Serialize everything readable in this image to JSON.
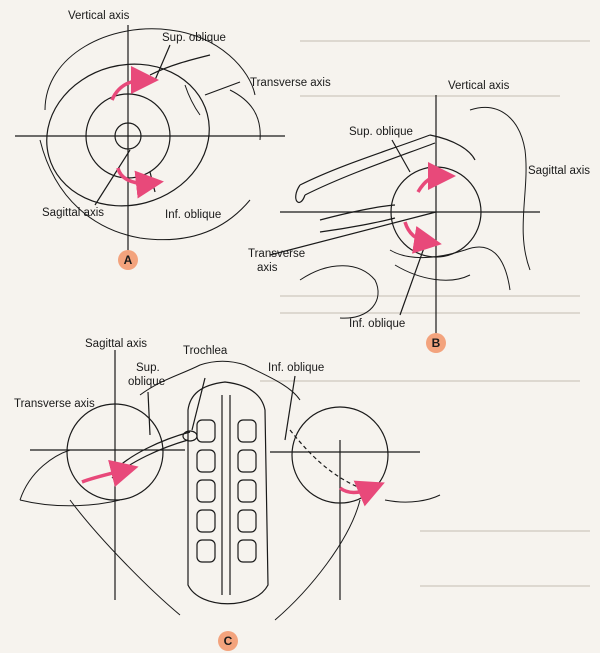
{
  "colors": {
    "paper": "#f6f3ee",
    "ink": "#1a1a1a",
    "accent_arrow": "#e8497a",
    "badge_fill": "#f3a37d"
  },
  "panel_a": {
    "badge": "A",
    "vertical_axis": "Vertical axis",
    "sup_oblique": "Sup. oblique",
    "transverse_axis": "Transverse axis",
    "sagittal_axis": "Sagittal axis",
    "inf_oblique": "Inf. oblique"
  },
  "panel_b": {
    "badge": "B",
    "vertical_axis": "Vertical axis",
    "sup_oblique": "Sup. oblique",
    "sagittal_axis": "Sagittal axis",
    "transverse_axis_line1": "Transverse",
    "transverse_axis_line2": "axis",
    "inf_oblique": "Inf. oblique"
  },
  "panel_c": {
    "badge": "C",
    "sagittal_axis": "Sagittal axis",
    "sup_oblique_line1": "Sup.",
    "sup_oblique_line2": "oblique",
    "trochlea": "Trochlea",
    "inf_oblique": "Inf. oblique",
    "transverse_axis": "Transverse axis"
  }
}
